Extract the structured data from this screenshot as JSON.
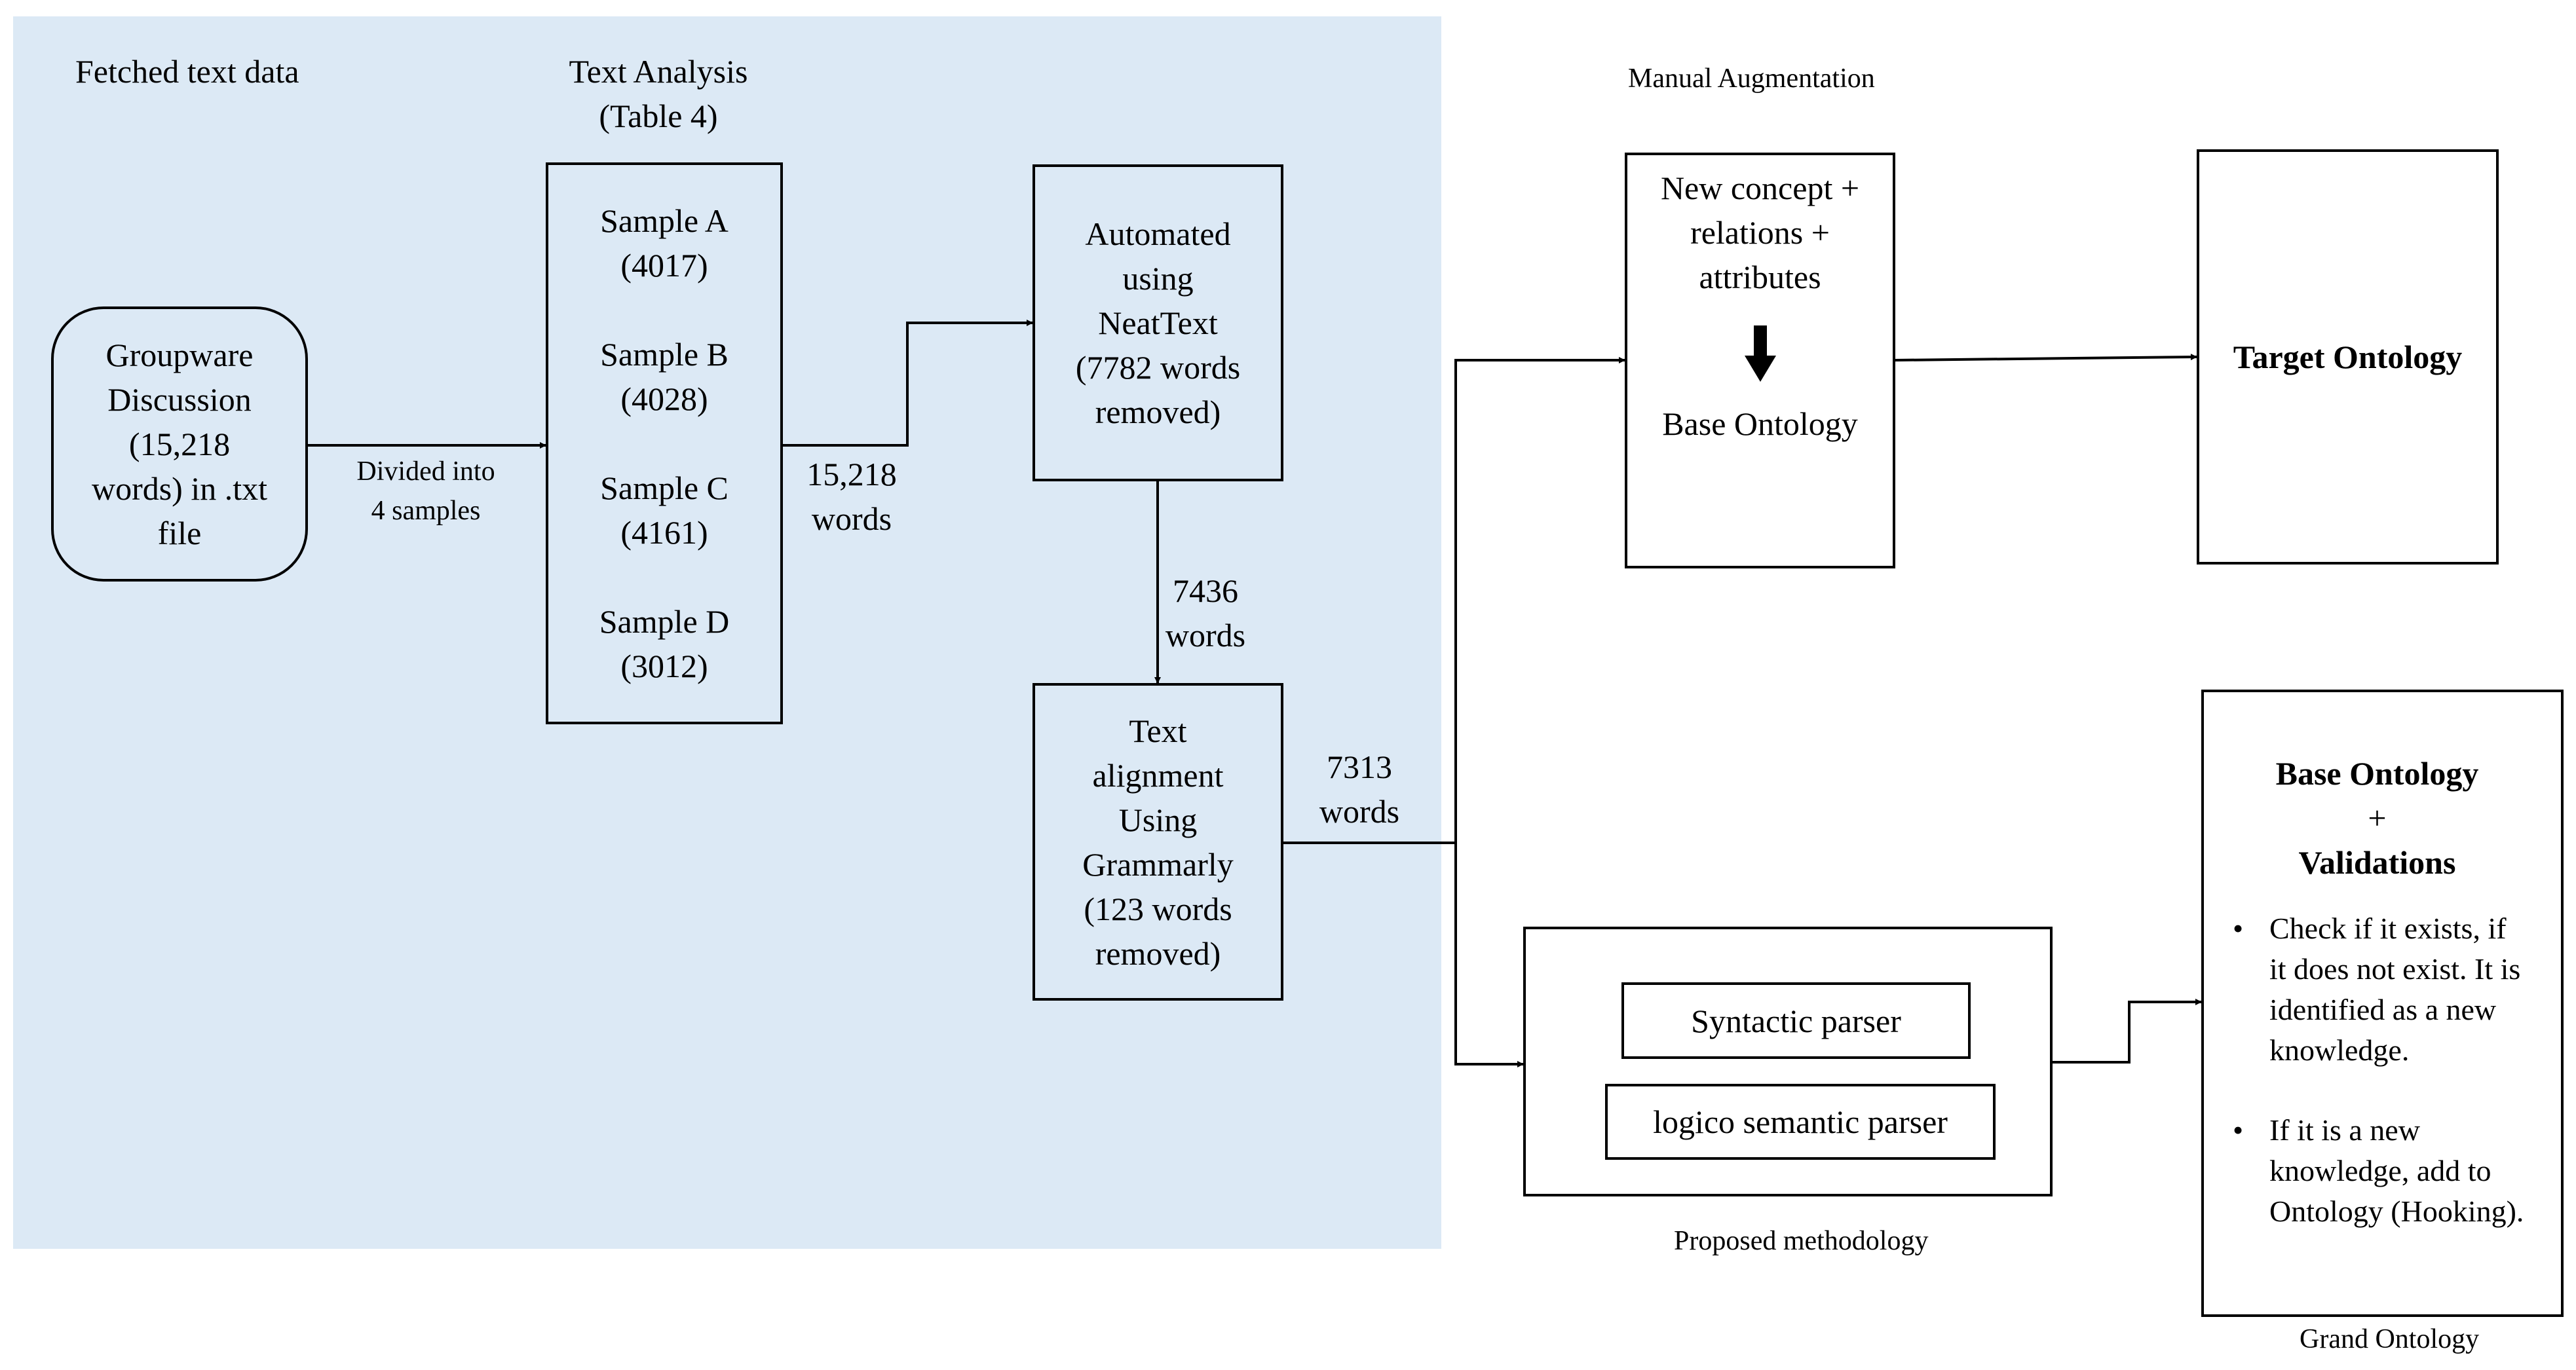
{
  "section_titles": {
    "fetched": "Fetched text data",
    "analysis": [
      "Text Analysis",
      "(Table 4)"
    ],
    "manual": "Manual Augmentation",
    "proposed": "Proposed methodology",
    "grand": "Grand Ontology"
  },
  "groupware": [
    "Groupware",
    "Discussion",
    "(15,218",
    "words) in .txt",
    "file"
  ],
  "edge_labels": {
    "divided": [
      "Divided into",
      "4 samples"
    ],
    "words_15218": [
      "15,218",
      "words"
    ],
    "words_7436": [
      "7436",
      "words"
    ],
    "words_7313": [
      "7313",
      "words"
    ]
  },
  "samples": [
    {
      "name": "Sample A",
      "count": "(4017)"
    },
    {
      "name": "Sample B",
      "count": "(4028)"
    },
    {
      "name": "Sample C",
      "count": "(4161)"
    },
    {
      "name": "Sample D",
      "count": "(3012)"
    }
  ],
  "neattext": [
    "Automated",
    "using",
    "NeatText",
    "(7782 words",
    "removed)"
  ],
  "grammarly": [
    "Text",
    "alignment",
    "Using",
    "Grammarly",
    "(123 words",
    "removed)"
  ],
  "augment": {
    "lines": [
      "New concept +",
      "relations +",
      "attributes"
    ],
    "arrow_icon": "down-arrow-icon",
    "base": "Base Ontology"
  },
  "target": "Target Ontology",
  "parsers": [
    "Syntactic parser",
    "logico semantic parser"
  ],
  "grand_box": {
    "title1": "Base Ontology",
    "plus": "+",
    "title2": "Validations",
    "bullet_char": "•",
    "bullets": [
      "Check if it exists, if it does not exist. It is identified as a new knowledge.",
      "If it is a new knowledge, add to Ontology (Hooking)."
    ]
  }
}
